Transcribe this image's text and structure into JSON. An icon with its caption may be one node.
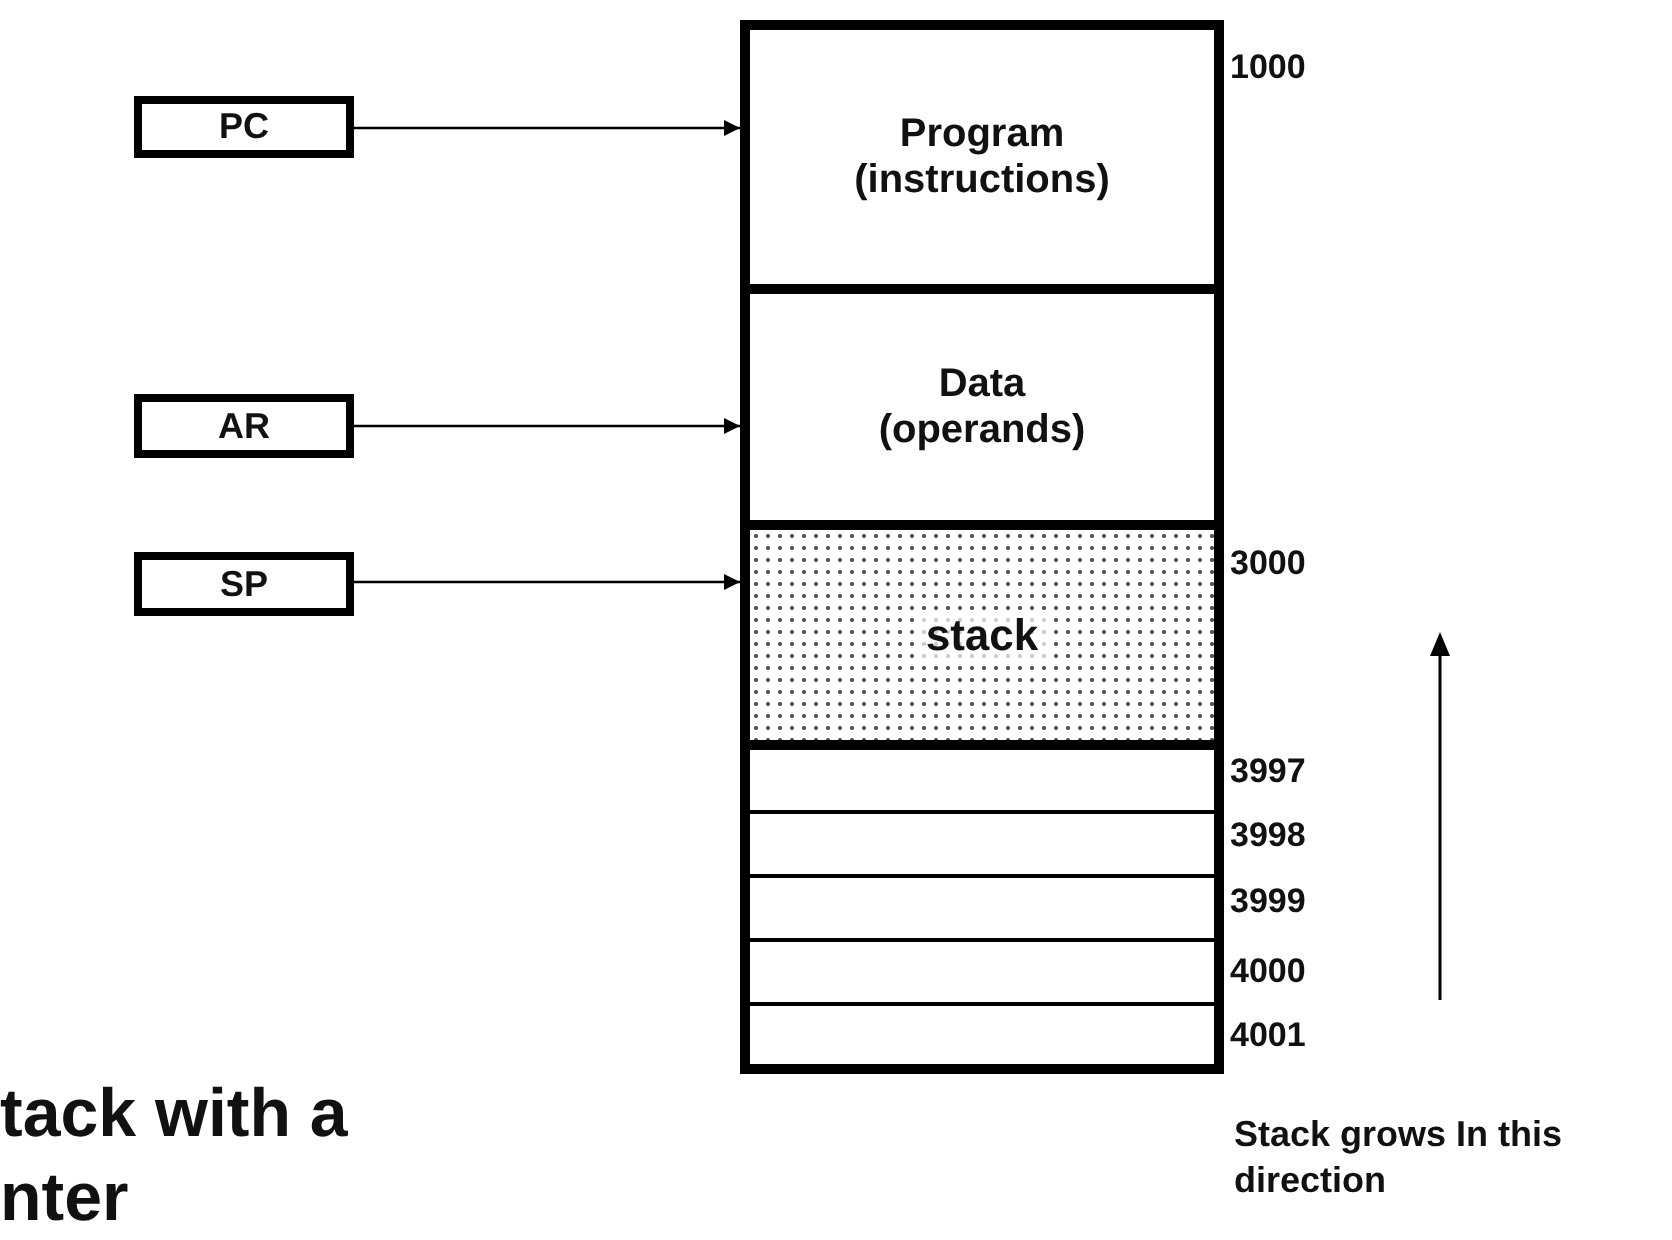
{
  "diagram": {
    "nodes": [
      {
        "text": [
          "PC"
        ]
      },
      {
        "text": [
          "AR"
        ]
      },
      {
        "text": [
          "SP"
        ]
      },
      {
        "text": [
          "Program (instructions)"
        ]
      },
      {
        "text": [
          "Data (operands)"
        ]
      },
      {
        "text": [
          "stack"
        ]
      },
      {
        "text": [],
        "shape": "box"
      },
      {
        "text": [],
        "shape": "box"
      },
      {
        "text": [],
        "shape": "box"
      },
      {
        "text": [],
        "shape": "box"
      },
      {
        "text": [],
        "shape": "box"
      }
    ],
    "edges": [
      {
        "from": 0,
        "to": 3,
        "arrow": "to"
      },
      {
        "from": 1,
        "to": 4,
        "arrow": "to"
      },
      {
        "from": 2,
        "to": 5,
        "arrow": "to"
      }
    ],
    "labels": [
      "1000",
      "3000",
      "3997",
      "3998",
      "3999",
      "4000",
      "4001",
      "Stack grows In this direction",
      "tack with a",
      "nter"
    ]
  }
}
